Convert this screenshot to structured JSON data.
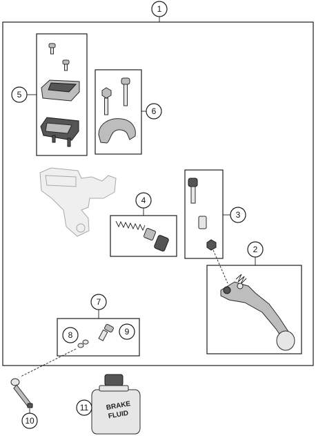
{
  "callouts": [
    {
      "id": "1",
      "label": "1"
    },
    {
      "id": "2",
      "label": "2"
    },
    {
      "id": "3",
      "label": "3"
    },
    {
      "id": "4",
      "label": "4"
    },
    {
      "id": "5",
      "label": "5"
    },
    {
      "id": "6",
      "label": "6"
    },
    {
      "id": "7",
      "label": "7"
    },
    {
      "id": "8",
      "label": "8"
    },
    {
      "id": "9",
      "label": "9"
    },
    {
      "id": "10",
      "label": "10"
    },
    {
      "id": "11",
      "label": "11"
    }
  ],
  "bottle_label": {
    "line1": "BRAKE",
    "line2": "FLUID"
  }
}
